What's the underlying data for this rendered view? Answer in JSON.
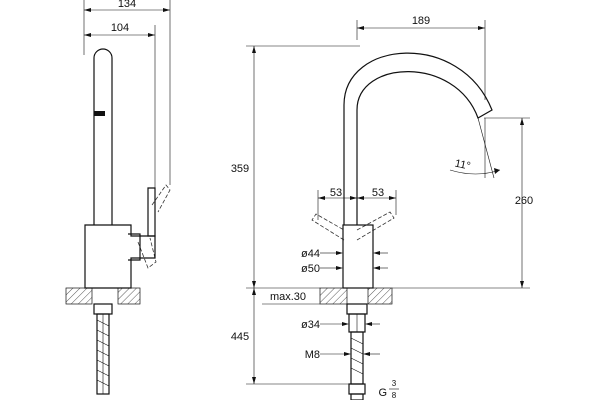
{
  "dimensions": {
    "side_total_width": "134",
    "side_spout_offset": "104",
    "front_spout_reach": "189",
    "total_height": "359",
    "spout_height": "260",
    "handle_left": "53",
    "handle_right": "53",
    "body_diameter": "ø44",
    "base_diameter": "ø50",
    "max_counter_thickness": "max.30",
    "shank_diameter": "ø34",
    "shank_length": "445",
    "thread": "M8",
    "connection_prefix": "G",
    "connection_num": "3",
    "connection_den": "8",
    "spout_angle": "11°"
  }
}
